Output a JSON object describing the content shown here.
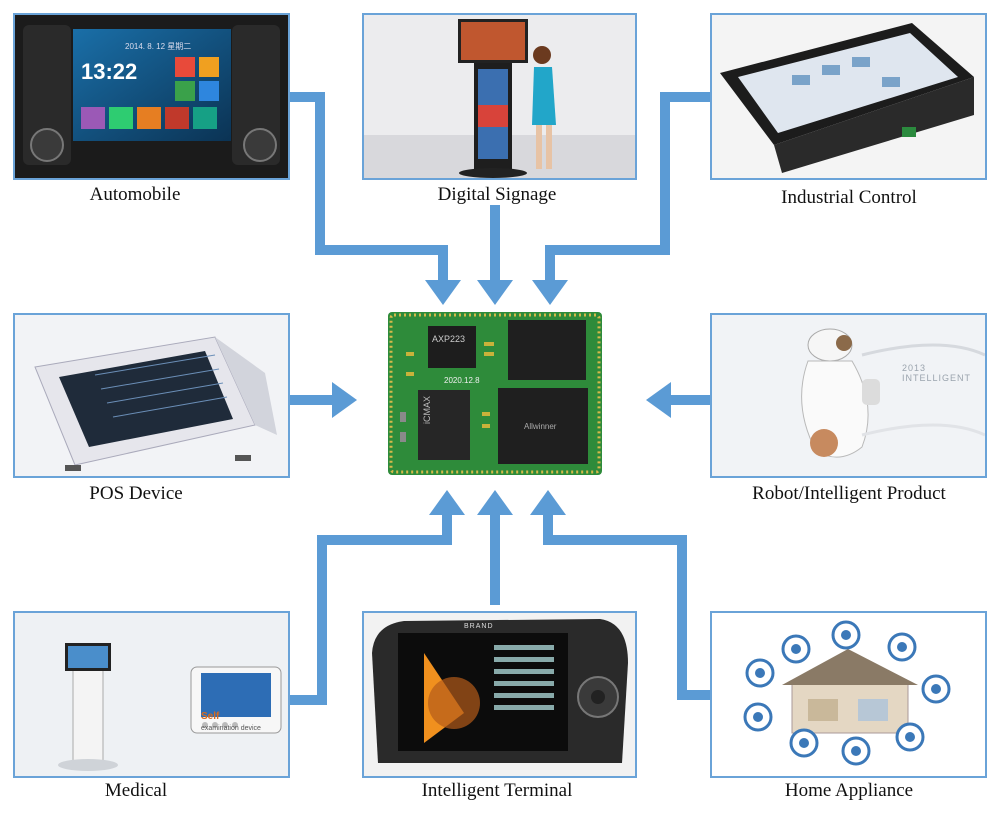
{
  "colors": {
    "arrow": "#5b9bd5",
    "frame": "#6aa3d8",
    "pcb": "#2e8b3a"
  },
  "labels": {
    "automobile": "Automobile",
    "digital_signage": "Digital Signage",
    "industrial_control": "Industrial Control",
    "pos_device": "POS Device",
    "robot": "Robot/Intelligent Product",
    "medical": "Medical",
    "intelligent_terminal": "Intelligent Terminal",
    "home_appliance": "Home Appliance"
  },
  "car_screen": {
    "time": "13:22",
    "date": "2014. 8. 12 星期二"
  },
  "chip": {
    "pmic": "AXP223",
    "cpu": "iCMAX",
    "date_code": "2020.12.8",
    "mem": "Allwinner"
  },
  "robot_text": "2013 INTELLIGENT",
  "medical_text": {
    "brand": "Self",
    "sub": "examination device"
  },
  "terminal_brand": "BRAND"
}
